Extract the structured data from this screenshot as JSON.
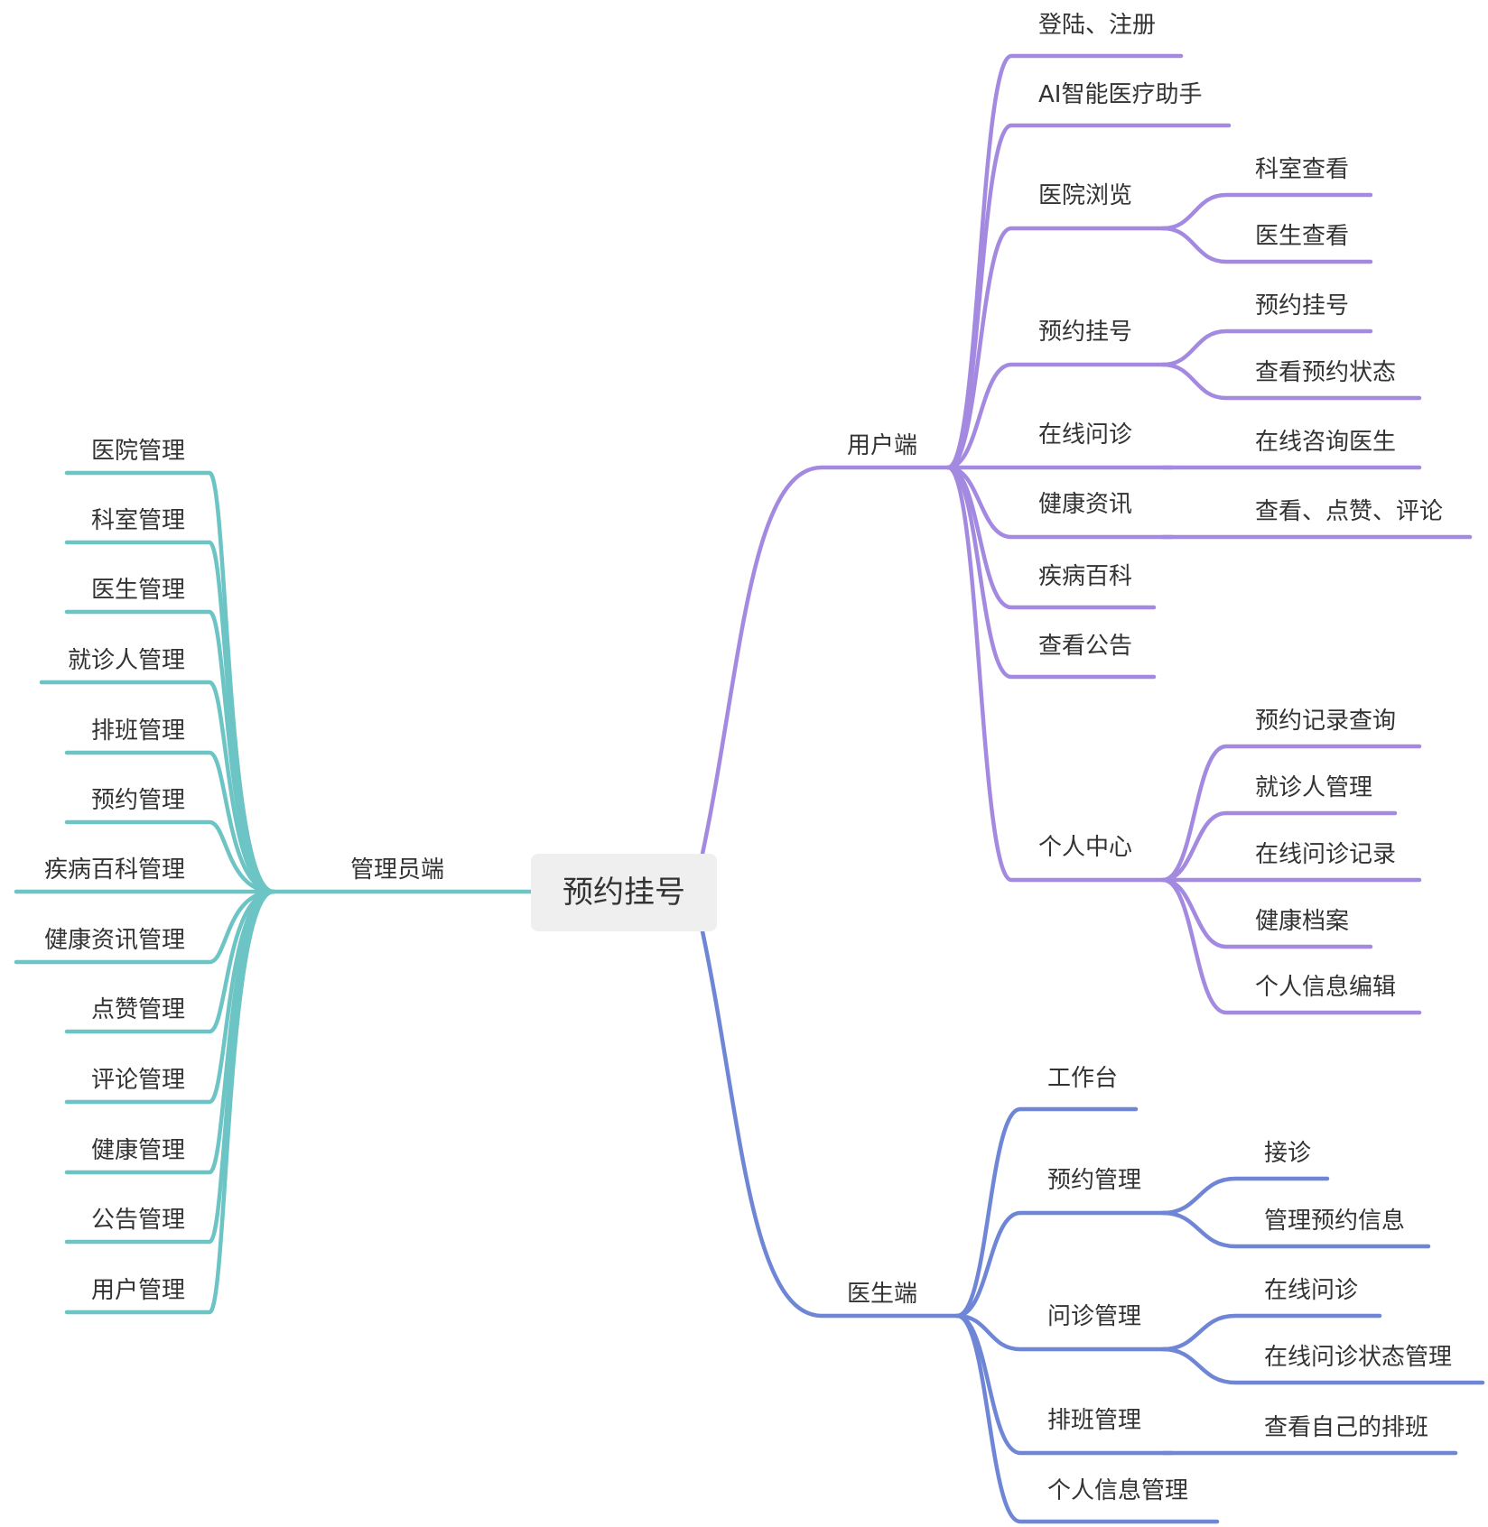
{
  "root": {
    "label": "预约挂号"
  },
  "colors": {
    "user": "#a38ae0",
    "doctor": "#6f86d6",
    "admin": "#6cc4c4",
    "root_bg": "#efefef",
    "text": "#333333"
  },
  "branches": [
    {
      "key": "user",
      "label": "用户端",
      "children": [
        {
          "label": "登陆、注册"
        },
        {
          "label": "AI智能医疗助手"
        },
        {
          "label": "医院浏览",
          "children": [
            {
              "label": "科室查看"
            },
            {
              "label": "医生查看"
            }
          ]
        },
        {
          "label": "预约挂号",
          "children": [
            {
              "label": "预约挂号"
            },
            {
              "label": "查看预约状态"
            }
          ]
        },
        {
          "label": "在线问诊",
          "children": [
            {
              "label": "在线咨询医生"
            }
          ]
        },
        {
          "label": "健康资讯",
          "children": [
            {
              "label": "查看、点赞、评论"
            }
          ]
        },
        {
          "label": "疾病百科"
        },
        {
          "label": "查看公告"
        },
        {
          "label": "个人中心",
          "children": [
            {
              "label": "预约记录查询"
            },
            {
              "label": "就诊人管理"
            },
            {
              "label": "在线问诊记录"
            },
            {
              "label": "健康档案"
            },
            {
              "label": "个人信息编辑"
            }
          ]
        }
      ]
    },
    {
      "key": "doctor",
      "label": "医生端",
      "children": [
        {
          "label": "工作台"
        },
        {
          "label": "预约管理",
          "children": [
            {
              "label": "接诊"
            },
            {
              "label": "管理预约信息"
            }
          ]
        },
        {
          "label": "问诊管理",
          "children": [
            {
              "label": "在线问诊"
            },
            {
              "label": "在线问诊状态管理"
            }
          ]
        },
        {
          "label": "排班管理",
          "children": [
            {
              "label": "查看自己的排班"
            }
          ]
        },
        {
          "label": "个人信息管理"
        }
      ]
    },
    {
      "key": "admin",
      "label": "管理员端",
      "children": [
        {
          "label": "医院管理"
        },
        {
          "label": "科室管理"
        },
        {
          "label": "医生管理"
        },
        {
          "label": "就诊人管理"
        },
        {
          "label": "排班管理"
        },
        {
          "label": "预约管理"
        },
        {
          "label": "疾病百科管理"
        },
        {
          "label": "健康资讯管理"
        },
        {
          "label": "点赞管理"
        },
        {
          "label": "评论管理"
        },
        {
          "label": "健康管理"
        },
        {
          "label": "公告管理"
        },
        {
          "label": "用户管理"
        }
      ]
    }
  ]
}
